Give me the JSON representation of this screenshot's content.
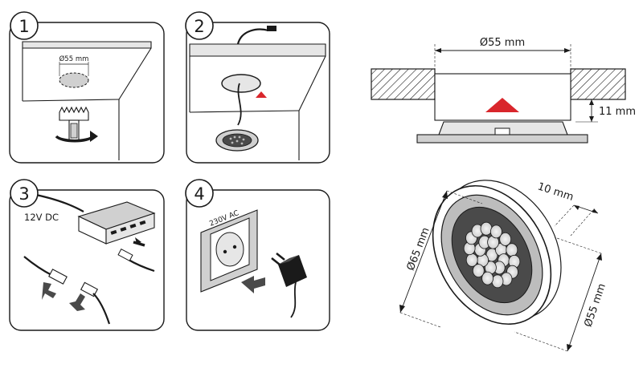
{
  "steps": [
    {
      "number": "1",
      "note": "Ø55 mm"
    },
    {
      "number": "2"
    },
    {
      "number": "3",
      "note": "12V DC"
    },
    {
      "number": "4",
      "note": "230V AC"
    }
  ],
  "cross_section": {
    "diameter_label": "Ø55 mm",
    "depth_label": "11 mm"
  },
  "perspective": {
    "outer_label": "Ø65 mm",
    "thickness_label": "10 mm",
    "inner_label": "Ø55 mm"
  },
  "colors": {
    "line": "#1a1a1a",
    "accent": "#d9262c",
    "panel_gray": "#e6e6e6",
    "mid_gray": "#bdbdbd"
  }
}
